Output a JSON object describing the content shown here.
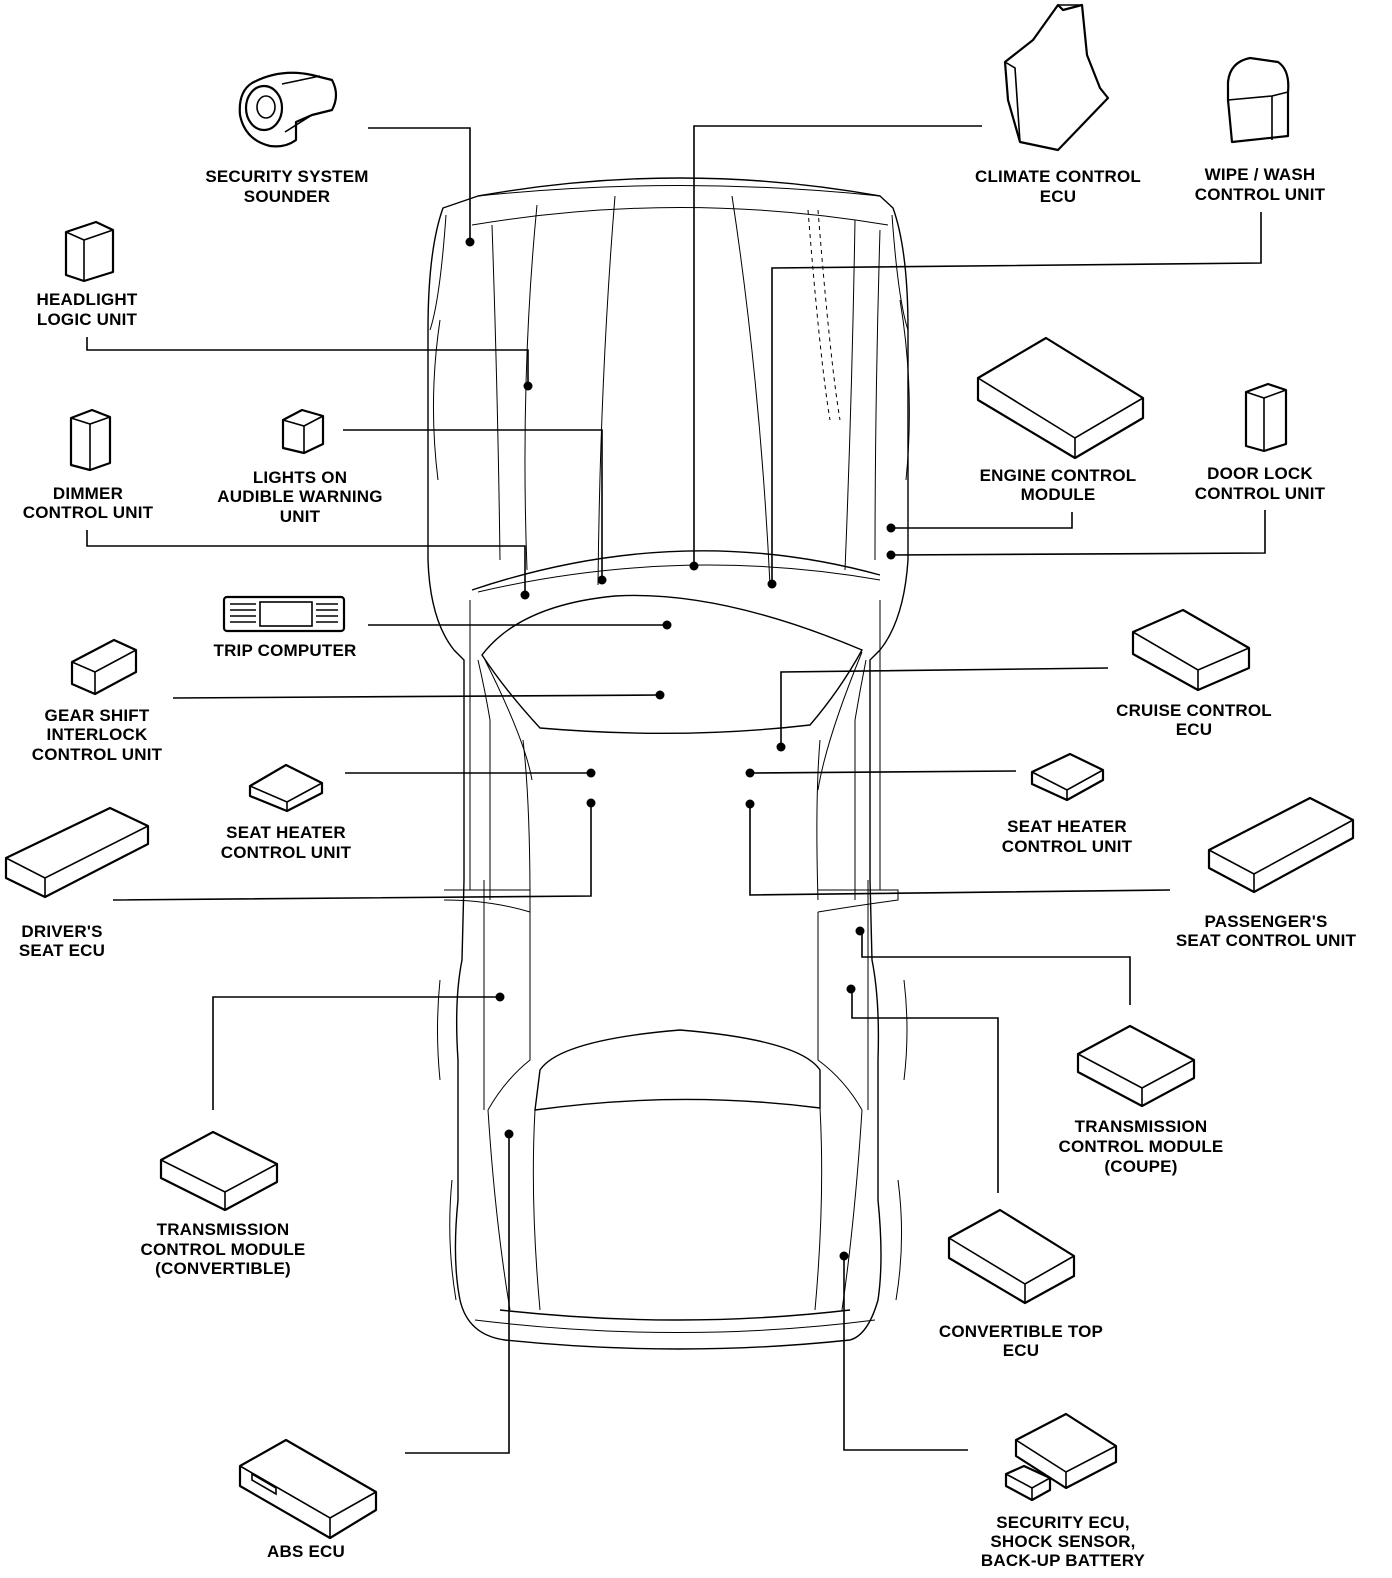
{
  "components": [
    {
      "id": "security-system-sounder",
      "lines": [
        "SECURITY SYSTEM",
        "SOUNDER"
      ]
    },
    {
      "id": "climate-control-ecu",
      "lines": [
        "CLIMATE CONTROL",
        "ECU"
      ]
    },
    {
      "id": "wipe-wash-control-unit",
      "lines": [
        "WIPE / WASH",
        "CONTROL UNIT"
      ]
    },
    {
      "id": "headlight-logic-unit",
      "lines": [
        "HEADLIGHT",
        "LOGIC UNIT"
      ]
    },
    {
      "id": "engine-control-module",
      "lines": [
        "ENGINE CONTROL",
        "MODULE"
      ]
    },
    {
      "id": "door-lock-control-unit",
      "lines": [
        "DOOR LOCK",
        "CONTROL UNIT"
      ]
    },
    {
      "id": "dimmer-control-unit",
      "lines": [
        "DIMMER",
        "CONTROL UNIT"
      ]
    },
    {
      "id": "lights-on-audible-warning-unit",
      "lines": [
        "LIGHTS ON",
        "AUDIBLE WARNING",
        "UNIT"
      ]
    },
    {
      "id": "trip-computer",
      "lines": [
        "TRIP COMPUTER"
      ]
    },
    {
      "id": "cruise-control-ecu",
      "lines": [
        "CRUISE CONTROL",
        "ECU"
      ]
    },
    {
      "id": "gear-shift-interlock-control-unit",
      "lines": [
        "GEAR SHIFT",
        "INTERLOCK",
        "CONTROL UNIT"
      ]
    },
    {
      "id": "seat-heater-control-unit-left",
      "lines": [
        "SEAT HEATER",
        "CONTROL UNIT"
      ]
    },
    {
      "id": "seat-heater-control-unit-right",
      "lines": [
        "SEAT HEATER",
        "CONTROL UNIT"
      ]
    },
    {
      "id": "drivers-seat-ecu",
      "lines": [
        "DRIVER'S",
        "SEAT ECU"
      ]
    },
    {
      "id": "passengers-seat-control-unit",
      "lines": [
        "PASSENGER'S",
        "SEAT CONTROL UNIT"
      ]
    },
    {
      "id": "transmission-control-module-coupe",
      "lines": [
        "TRANSMISSION",
        "CONTROL MODULE",
        "(COUPE)"
      ]
    },
    {
      "id": "transmission-control-module-convertible",
      "lines": [
        "TRANSMISSION",
        "CONTROL MODULE",
        "(CONVERTIBLE)"
      ]
    },
    {
      "id": "convertible-top-ecu",
      "lines": [
        "CONVERTIBLE TOP",
        "ECU"
      ]
    },
    {
      "id": "abs-ecu",
      "lines": [
        "ABS ECU"
      ]
    },
    {
      "id": "security-ecu-shock-sensor-backup-battery",
      "lines": [
        "SECURITY ECU,",
        "SHOCK SENSOR,",
        "BACK-UP BATTERY"
      ]
    }
  ]
}
